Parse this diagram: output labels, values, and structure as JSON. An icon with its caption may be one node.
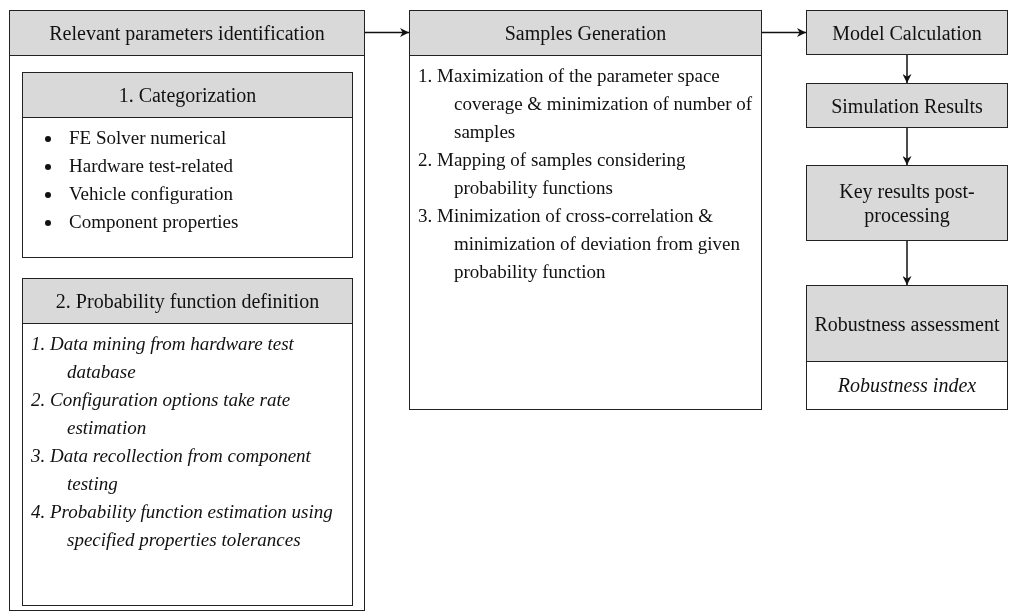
{
  "diagram": {
    "nodes": [
      {
        "text": [
          "Relevant parameters identification"
        ]
      },
      {
        "text": [
          "1. Categorization",
          "FE Solver numerical",
          "Hardware test-related",
          "Vehicle configuration",
          "Component properties"
        ],
        "in": 0
      },
      {
        "text": [
          "2. Probability function definition",
          "1. Data mining from hardware test database",
          "2. Configuration options take rate estimation",
          "3. Data recollection from component testing",
          "4. Probability function estimation using specified properties tolerances"
        ],
        "in": 0
      },
      {
        "text": [
          "Samples Generation",
          "1. Maximization of the parameter space coverage & minimization of number of samples",
          "2. Mapping of samples considering probability functions",
          "3. Minimization of cross-correlation & minimization of deviation from given probability function"
        ]
      },
      {
        "text": [
          "Model Calculation"
        ]
      },
      {
        "text": [
          "Simulation Results"
        ]
      },
      {
        "text": [
          "Key results post-processing"
        ]
      },
      {
        "text": [
          "Robustness assessment",
          "Robustness index"
        ]
      }
    ],
    "edges": [
      {
        "from": 0,
        "to": 3,
        "arrow": "to"
      },
      {
        "from": 3,
        "to": 4,
        "arrow": "to"
      },
      {
        "from": 4,
        "to": 5,
        "arrow": "to"
      },
      {
        "from": 5,
        "to": 6,
        "arrow": "to"
      },
      {
        "from": 6,
        "to": 7,
        "arrow": "to"
      }
    ]
  }
}
